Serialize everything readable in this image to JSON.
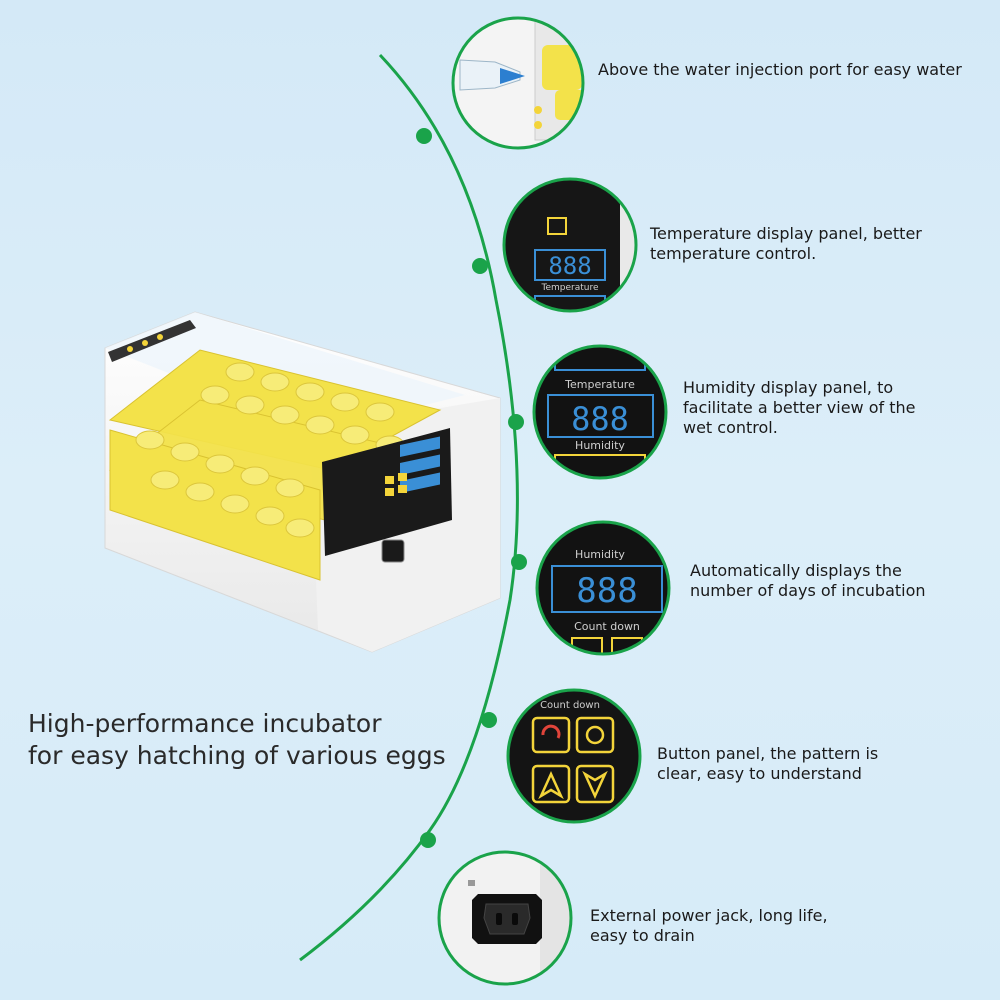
{
  "headline": "High-performance incubator\nfor easy hatching of various eggs",
  "features": [
    {
      "text": "Above the water injection port for easy water",
      "icon": "water-injection-port-icon"
    },
    {
      "text": "Temperature display panel, better\ntemperature control.",
      "icon": "temperature-display-icon"
    },
    {
      "text": "Humidity display panel, to\nfacilitate a better view of the\nwet control.",
      "icon": "humidity-display-icon"
    },
    {
      "text": "Automatically displays the\nnumber of days of incubation",
      "icon": "countdown-display-icon"
    },
    {
      "text": "Button panel, the pattern is\nclear, easy to understand",
      "icon": "button-panel-icon"
    },
    {
      "text": "External power jack, long life,\neasy to drain",
      "icon": "power-jack-icon"
    }
  ],
  "panel_labels": {
    "temperature": "Temperature",
    "humidity": "Humidity",
    "countdown": "Count down",
    "digits": "888"
  },
  "colors": {
    "accent_green": "#1aa34a",
    "tray_yellow": "#f3e24a",
    "led_blue": "#3a8fd6",
    "panel_black": "#151515"
  }
}
